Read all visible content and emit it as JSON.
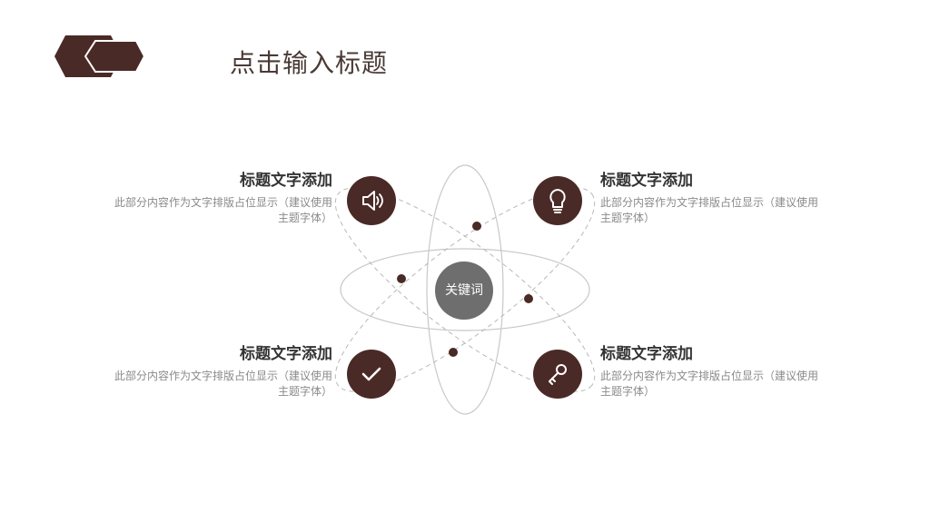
{
  "slide": {
    "title": "点击输入标题",
    "center_keyword": "关键词"
  },
  "items": [
    {
      "icon": "speaker-icon",
      "heading": "标题文字添加",
      "desc_line1": "此部分内容作为文字排版占位显示（建议使用",
      "desc_line2": "主题字体）"
    },
    {
      "icon": "lightbulb-icon",
      "heading": "标题文字添加",
      "desc_line1": "此部分内容作为文字排版占位显示（建议使用",
      "desc_line2": "主题字体）"
    },
    {
      "icon": "checkmark-icon",
      "heading": "标题文字添加",
      "desc_line1": "此部分内容作为文字排版占位显示（建议使用",
      "desc_line2": "主题字体）"
    },
    {
      "icon": "key-icon",
      "heading": "标题文字添加",
      "desc_line1": "此部分内容作为文字排版占位显示（建议使用",
      "desc_line2": "主题字体）"
    }
  ],
  "colors": {
    "accent": "#4a2a26",
    "hub": "#6e6e6e",
    "orbit": "#c8c8c8"
  }
}
